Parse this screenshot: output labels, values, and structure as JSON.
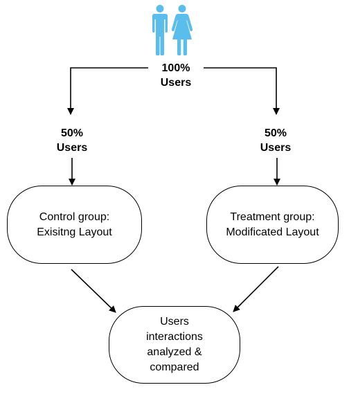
{
  "colors": {
    "icon": "#5ABDEC",
    "stroke": "#000000",
    "background": "#FFFFFF"
  },
  "icon": "users-male-female-icon",
  "root": {
    "percent": "100%",
    "label": "Users"
  },
  "split_left": {
    "percent": "50%",
    "label": "Users"
  },
  "split_right": {
    "percent": "50%",
    "label": "Users"
  },
  "control_group": {
    "line1": "Control group:",
    "line2": "Exisitng Layout"
  },
  "treatment_group": {
    "line1": "Treatment group:",
    "line2": "Modificated Layout"
  },
  "result": {
    "line1": "Users",
    "line2": "interactions",
    "line3": "analyzed &",
    "line4": "compared"
  }
}
